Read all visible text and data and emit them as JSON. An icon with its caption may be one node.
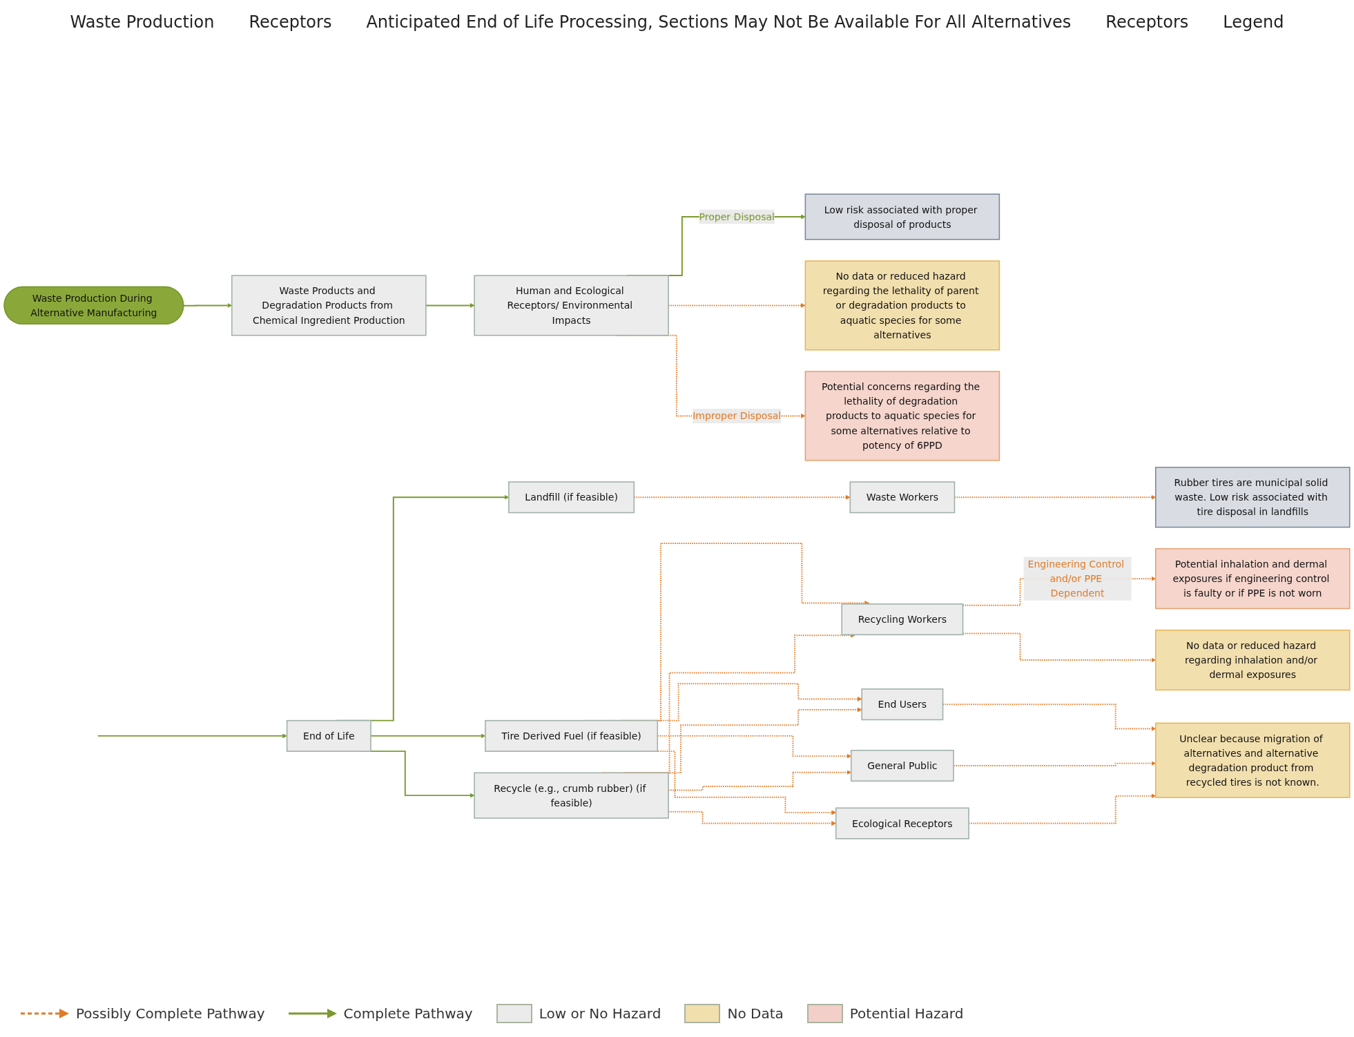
{
  "diagram": {
    "nodes": [
      {
        "text": [
          "Waste Production During Alternative Manufacturing"
        ]
      },
      {
        "text": [
          "Waste Products and Degradation Products from Chemical Ingredient Production"
        ]
      },
      {
        "text": [
          "Human and Ecological Receptors/ Environmental Impacts"
        ]
      },
      {
        "text": [
          "Low risk associated with proper disposal of products"
        ]
      },
      {
        "text": [
          "No data or reduced hazard regarding the lethality of parent or degradation products to aquatic species for some alternatives"
        ]
      },
      {
        "text": [
          "Potential concerns regarding the lethality of degradation products to aquatic species for some alternatives relative to potency of 6PPD"
        ]
      },
      {
        "text": [
          "End of Life"
        ]
      },
      {
        "text": [
          "Landfill (if feasible)"
        ]
      },
      {
        "text": [
          "Tire Derived Fuel (if feasible)"
        ]
      },
      {
        "text": [
          "Recycle (e.g., crumb rubber) (if feasible)"
        ]
      },
      {
        "text": [
          "Waste Workers"
        ]
      },
      {
        "text": [
          "Recycling Workers"
        ]
      },
      {
        "text": [
          "End Users"
        ]
      },
      {
        "text": [
          "General Public"
        ]
      },
      {
        "text": [
          "Ecological Receptors"
        ]
      },
      {
        "text": [
          "Rubber tires are municipal solid waste. Low risk associated with tire disposal in landfills"
        ]
      },
      {
        "text": [
          "Potential inhalation and dermal exposures if engineering control is faulty or if PPE is not worn"
        ]
      },
      {
        "text": [
          "No data or reduced hazard regarding inhalation and/or dermal exposures"
        ]
      },
      {
        "text": [
          "Unclear because migration of alternatives and alternative degradation product from recycled tires is not known."
        ]
      }
    ],
    "edges": [
      {
        "from": 0,
        "to": 1,
        "arrow": "to",
        "color": "#7a9a2e"
      },
      {
        "from": 1,
        "to": 2,
        "arrow": "to",
        "color": "#7a9a2e"
      },
      {
        "from": 2,
        "to": 3,
        "arrow": "to",
        "label": "Proper Disposal",
        "color": "#7a9a2e"
      },
      {
        "from": 2,
        "to": 4,
        "arrow": "to",
        "style": "dashed"
      },
      {
        "from": 2,
        "to": 5,
        "arrow": "to",
        "label": "Improper Disposal",
        "style": "dashed"
      },
      {
        "from": null,
        "to": 6,
        "arrow": "to",
        "color": "#7a9a2e"
      },
      {
        "from": 6,
        "to": 7,
        "arrow": "to",
        "color": "#7a9a2e"
      },
      {
        "from": 6,
        "to": 8,
        "arrow": "to",
        "color": "#7a9a2e"
      },
      {
        "from": 6,
        "to": 9,
        "arrow": "to",
        "color": "#7a9a2e"
      },
      {
        "from": 7,
        "to": 10,
        "arrow": "to",
        "style": "dashed"
      },
      {
        "from": 8,
        "to": 11,
        "arrow": "to",
        "style": "dashed"
      },
      {
        "from": 8,
        "to": 12,
        "arrow": "to",
        "style": "dashed"
      },
      {
        "from": 8,
        "to": 13,
        "arrow": "to",
        "style": "dashed"
      },
      {
        "from": 8,
        "to": 14,
        "arrow": "to",
        "style": "dashed"
      },
      {
        "from": 9,
        "to": 11,
        "arrow": "to",
        "style": "dashed"
      },
      {
        "from": 9,
        "to": 12,
        "arrow": "to",
        "style": "dashed"
      },
      {
        "from": 9,
        "to": 13,
        "arrow": "to",
        "style": "dashed"
      },
      {
        "from": 9,
        "to": 14,
        "arrow": "to",
        "style": "dashed"
      },
      {
        "from": 10,
        "to": 15,
        "arrow": "to",
        "style": "dashed"
      },
      {
        "from": 11,
        "to": 16,
        "arrow": "to",
        "label": "Engineering Control and/or PPE Dependent",
        "style": "dashed"
      },
      {
        "from": 11,
        "to": 17,
        "arrow": "to",
        "style": "dashed"
      },
      {
        "from": 12,
        "to": 18,
        "arrow": "to",
        "style": "dashed"
      },
      {
        "from": 13,
        "to": 18,
        "arrow": "to",
        "style": "dashed"
      },
      {
        "from": 14,
        "to": 18,
        "arrow": "to",
        "style": "dashed"
      }
    ],
    "labels": [
      "Waste Production",
      "Receptors",
      "Anticipated End of Life Processing, Sections May Not Be Available For All Alternatives",
      "Receptors",
      "Legend"
    ],
    "legend": [
      {
        "text": "Possibly Complete Pathway"
      },
      {
        "text": "Complete Pathway"
      },
      {
        "text": "Low or No Hazard",
        "color": "#ebebeb"
      },
      {
        "text": "No Data",
        "color": "#f2dfae"
      },
      {
        "text": "Potential Hazard",
        "color": "#f2cfc8"
      }
    ]
  }
}
